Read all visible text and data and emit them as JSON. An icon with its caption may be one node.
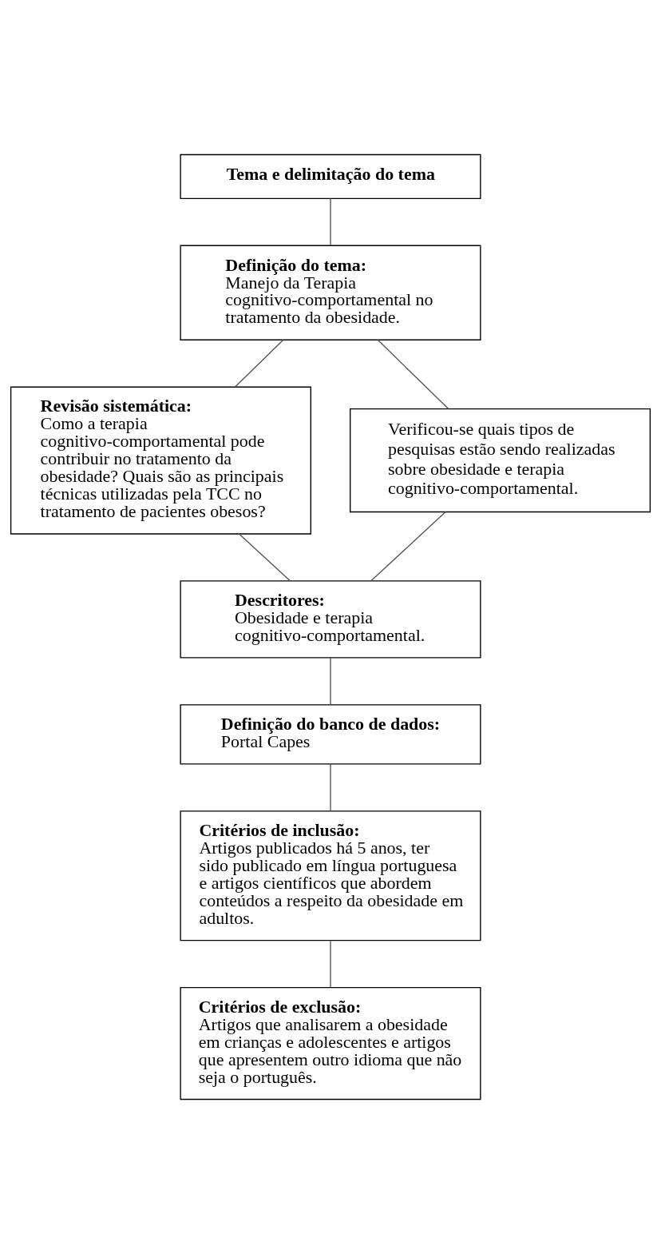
{
  "diagram": {
    "nodes": [
      {
        "text": [
          "Tema e delimitação do tema"
        ]
      },
      {
        "text": [
          "Definição do tema:",
          "Manejo da Terapia cognitivo-comportamental no tratamento da obesidade."
        ]
      },
      {
        "text": [
          "Revisão sistemática:",
          "Como a terapia cognitivo-comportamental pode contribuir no tratamento da obesidade? Quais são as principais técnicas utilizadas pela TCC no tratamento de pacientes obesos?"
        ]
      },
      {
        "text": [
          "Verificou-se quais tipos de pesquisas estão sendo realizadas sobre obesidade e terapia cognitivo-comportamental."
        ]
      },
      {
        "text": [
          "Descritores:",
          "Obesidade e terapia cognitivo-comportamental."
        ]
      },
      {
        "text": [
          "Definição do banco de dados:",
          "Portal Capes"
        ]
      },
      {
        "text": [
          "Critérios de inclusão:",
          "Artigos publicados há 5 anos, ter sido publicado em língua portuguesa e artigos científicos que abordem conteúdos a respeito da obesidade em adultos."
        ]
      },
      {
        "text": [
          "Critérios de exclusão:",
          "Artigos que analisarem a obesidade em crianças e adolescentes e artigos que apresentem outro idioma que não seja o português."
        ]
      }
    ],
    "edges": [
      {
        "from": 0,
        "to": 1,
        "arrow": "none"
      },
      {
        "from": 1,
        "to": 2,
        "arrow": "none"
      },
      {
        "from": 1,
        "to": 3,
        "arrow": "none"
      },
      {
        "from": 2,
        "to": 4,
        "arrow": "none"
      },
      {
        "from": 3,
        "to": 4,
        "arrow": "none"
      },
      {
        "from": 4,
        "to": 5,
        "arrow": "none"
      },
      {
        "from": 5,
        "to": 6,
        "arrow": "none"
      },
      {
        "from": 6,
        "to": 7,
        "arrow": "none"
      }
    ]
  }
}
